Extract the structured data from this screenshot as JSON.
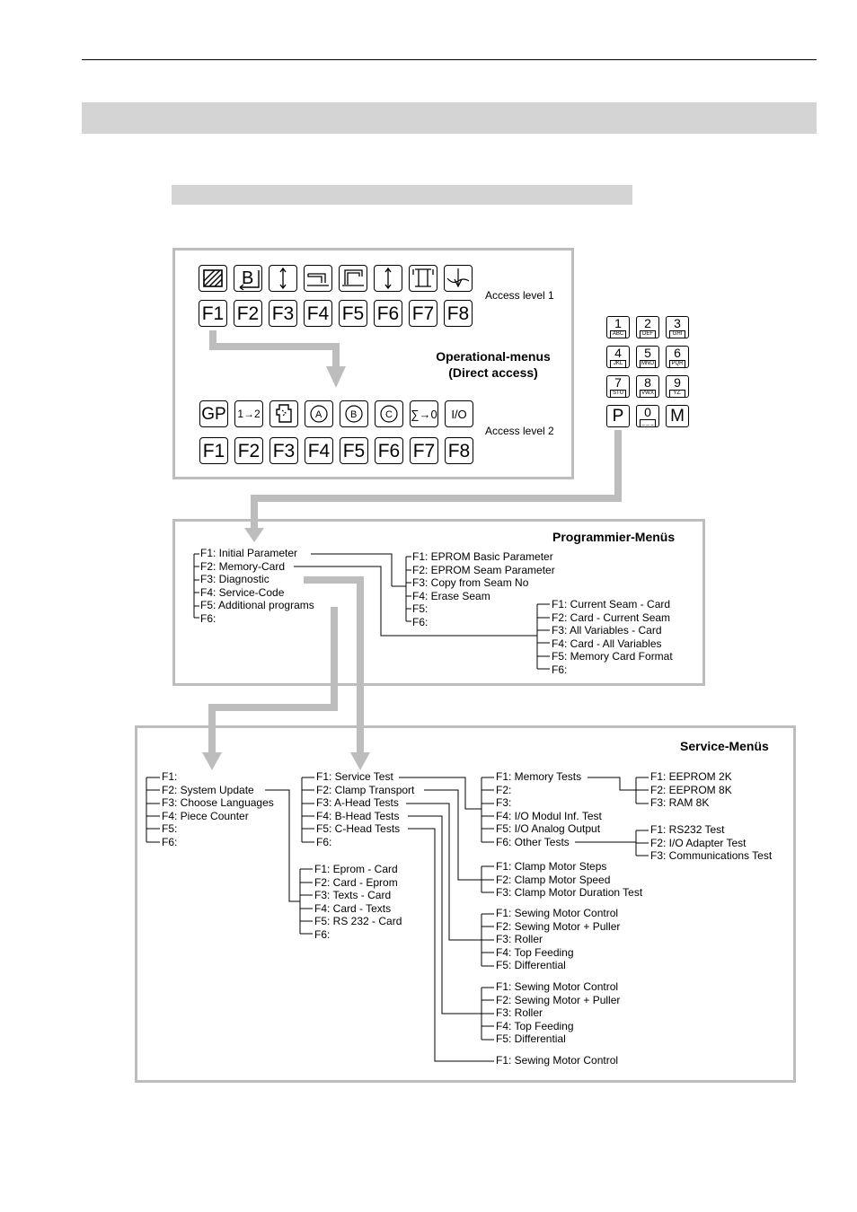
{
  "operational": {
    "level1_label": "Access level 1",
    "level2_label": "Access level 2",
    "menus_title_line1": "Operational-menus",
    "menus_title_line2": "(Direct access)",
    "fkeys": [
      "F1",
      "F2",
      "F3",
      "F4",
      "F5",
      "F6",
      "F7",
      "F8"
    ],
    "level1_icons": [
      "hatched-square-icon",
      "b-return-icon",
      "needle-updown-icon",
      "machine-low-icon",
      "machine-high-icon",
      "needle-updown-icon",
      "frame-icon",
      "needle-thread-icon"
    ],
    "level2_icons": [
      {
        "name": "gp-icon",
        "text": "GP"
      },
      {
        "name": "one-to-two-icon",
        "text": "1→2"
      },
      {
        "name": "clamp-icon",
        "text": ""
      },
      {
        "name": "head-a-icon",
        "text": "A"
      },
      {
        "name": "head-b-icon",
        "text": "B"
      },
      {
        "name": "head-c-icon",
        "text": "C"
      },
      {
        "name": "sum-reset-icon",
        "text": "∑→0"
      },
      {
        "name": "on-off-icon",
        "text": "I/O"
      }
    ]
  },
  "keypad": {
    "keys": [
      {
        "n": "1",
        "sub": "ABC"
      },
      {
        "n": "2",
        "sub": "DEF"
      },
      {
        "n": "3",
        "sub": "GHI"
      },
      {
        "n": "4",
        "sub": "JKL"
      },
      {
        "n": "5",
        "sub": "MNO"
      },
      {
        "n": "6",
        "sub": "PQR"
      },
      {
        "n": "7",
        "sub": "STU"
      },
      {
        "n": "8",
        "sub": "VWX"
      },
      {
        "n": "9",
        "sub": "YZ."
      },
      {
        "n": "P",
        "sub": ""
      },
      {
        "n": "0",
        "sub": "_ _ _"
      },
      {
        "n": "M",
        "sub": ""
      }
    ]
  },
  "programmier": {
    "title": "Programmier-Menüs",
    "main": [
      "F1: Initial Parameter",
      "F2: Memory-Card",
      "F3: Diagnostic",
      "F4: Service-Code",
      "F5: Additional programs",
      "F6:"
    ],
    "sub_f1": [
      "F1: EPROM Basic Parameter",
      "F2: EPROM Seam Parameter",
      "F3: Copy from Seam No",
      "F4: Erase Seam",
      "F5:",
      "F6:"
    ],
    "sub_f2": [
      "F1: Current Seam - Card",
      "F2: Card - Current Seam",
      "F3: All Variables - Card",
      "F4: Card - All Variables",
      "F5: Memory Card Format",
      "F6:"
    ]
  },
  "service": {
    "title": "Service-Menüs",
    "left": [
      "F1:",
      "F2: System Update",
      "F3: Choose Languages",
      "F4: Piece Counter",
      "F5:",
      "F6:"
    ],
    "middle": [
      "F1: Service Test",
      "F2: Clamp Transport",
      "F3: A-Head Tests",
      "F4: B-Head Tests",
      "F5: C-Head Tests",
      "F6:"
    ],
    "cards": [
      "F1: Eprom - Card",
      "F2: Card - Eprom",
      "F3: Texts - Card",
      "F4: Card - Texts",
      "F5: RS 232 - Card",
      "F6:"
    ],
    "service_test": [
      "F1: Memory Tests",
      "F2:",
      "F3:",
      "F4: I/O Modul Inf. Test",
      "F5: I/O Analog Output",
      "F6: Other Tests"
    ],
    "memory_tests": [
      "F1: EEPROM 2K",
      "F2: EEPROM 8K",
      "F3: RAM 8K"
    ],
    "other_tests": [
      "F1: RS232 Test",
      "F2: I/O Adapter Test",
      "F3: Communications Test"
    ],
    "clamp": [
      "F1: Clamp Motor Steps",
      "F2: Clamp Motor Speed",
      "F3: Clamp Motor Duration Test"
    ],
    "a_head": [
      "F1: Sewing Motor Control",
      "F2: Sewing Motor + Puller",
      "F3: Roller",
      "F4: Top Feeding",
      "F5: Differential"
    ],
    "b_head": [
      "F1: Sewing Motor Control",
      "F2: Sewing Motor + Puller",
      "F3: Roller",
      "F4: Top Feeding",
      "F5: Differential"
    ],
    "c_head": [
      "F1: Sewing Motor Control"
    ]
  }
}
